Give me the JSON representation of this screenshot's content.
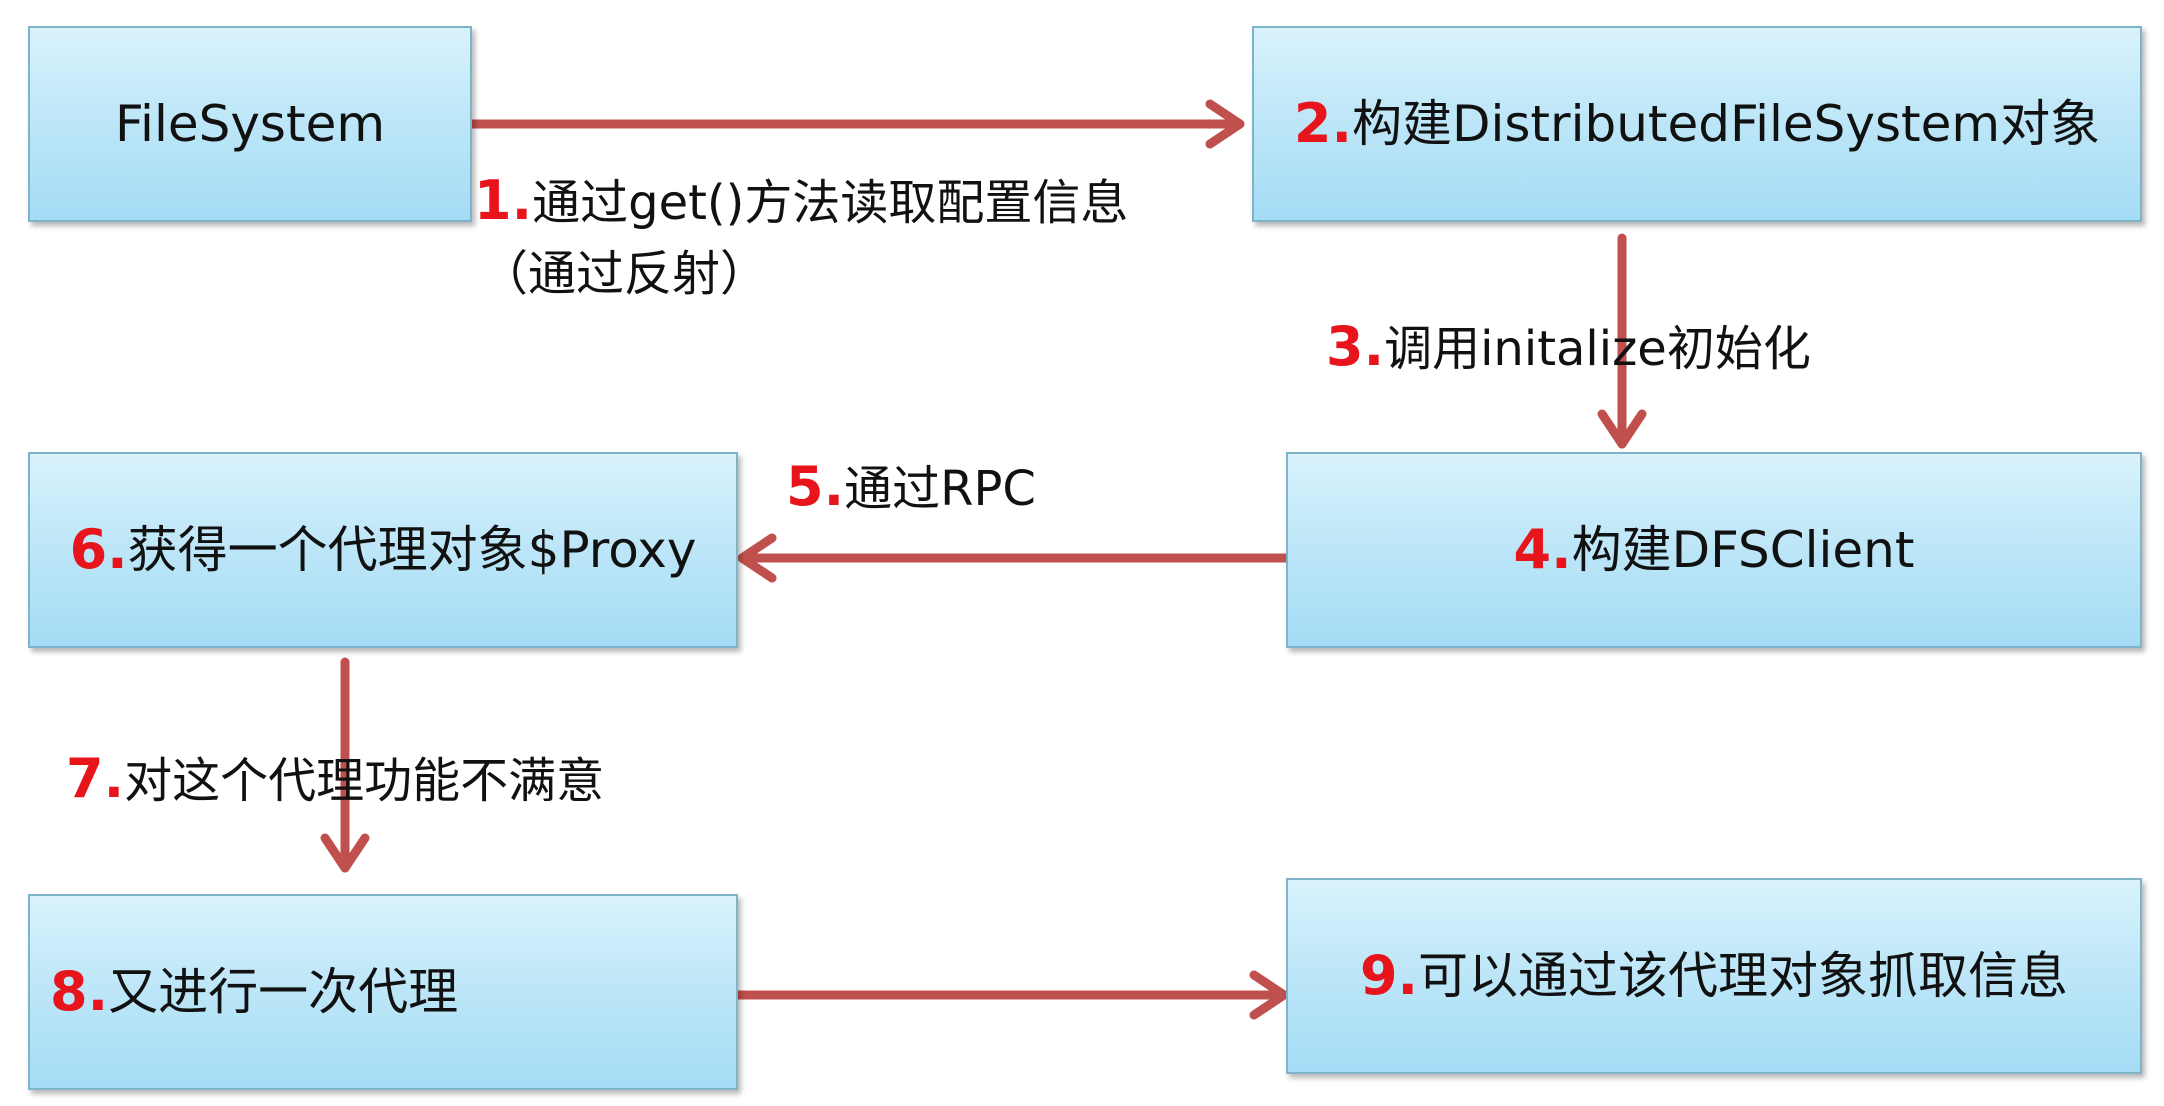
{
  "colors": {
    "box_fill_top": "#d9f3fd",
    "box_fill_bottom": "#a4dcf5",
    "box_border": "#7fb3c9",
    "arrow": "#c0504d",
    "step_number": "#e8141b"
  },
  "boxes": {
    "filesystem": {
      "number": "",
      "text": "FileSystem"
    },
    "step2": {
      "number": "2.",
      "text": "构建DistributedFileSystem对象"
    },
    "step4": {
      "number": "4.",
      "text": "构建DFSClient"
    },
    "step6": {
      "number": "6.",
      "text": "获得一个代理对象$Proxy"
    },
    "step8": {
      "number": "8.",
      "text": "又进行一次代理"
    },
    "step9": {
      "number": "9.",
      "text": "可以通过该代理对象抓取信息"
    }
  },
  "labels": {
    "step1": {
      "number": "1.",
      "text": "通过get()方法读取配置信息",
      "line2": "（通过反射）"
    },
    "step3": {
      "number": "3.",
      "text": "调用initalize初始化"
    },
    "step5": {
      "number": "5.",
      "text": "通过RPC"
    },
    "step7": {
      "number": "7.",
      "text": "对这个代理功能不满意"
    }
  }
}
